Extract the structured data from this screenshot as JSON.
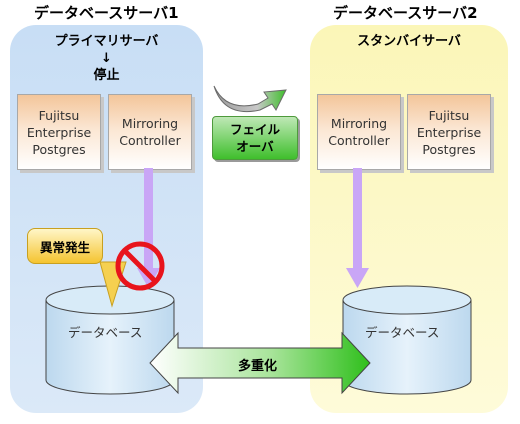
{
  "server1": {
    "title": "データベースサーバ1",
    "role_line1": "プライマリサーバ",
    "role_arrow": "↓",
    "role_line2": "停止",
    "fep_box": "Fujitsu\nEnterprise\nPostgres",
    "mirroring_box": "Mirroring\nController",
    "anomaly_label": "異常発生",
    "db_label": "データベース"
  },
  "server2": {
    "title": "データベースサーバ2",
    "role": "スタンバイサーバ",
    "mirroring_box": "Mirroring\nController",
    "fep_box": "Fujitsu\nEnterprise\nPostgres",
    "db_label": "データベース"
  },
  "failover": {
    "label": "フェイル\nオーバ"
  },
  "multiplex": {
    "label": "多重化"
  },
  "colors": {
    "server1_panel": "#cfe3f7",
    "server2_panel": "#fdfacc",
    "process_box": "#f6d3b3",
    "failover_green": "#3fbf2c",
    "connector_purple": "#c9a6f6",
    "prohibited_red": "#e8141c",
    "multiplex_arrow": "#2fbf1c"
  }
}
